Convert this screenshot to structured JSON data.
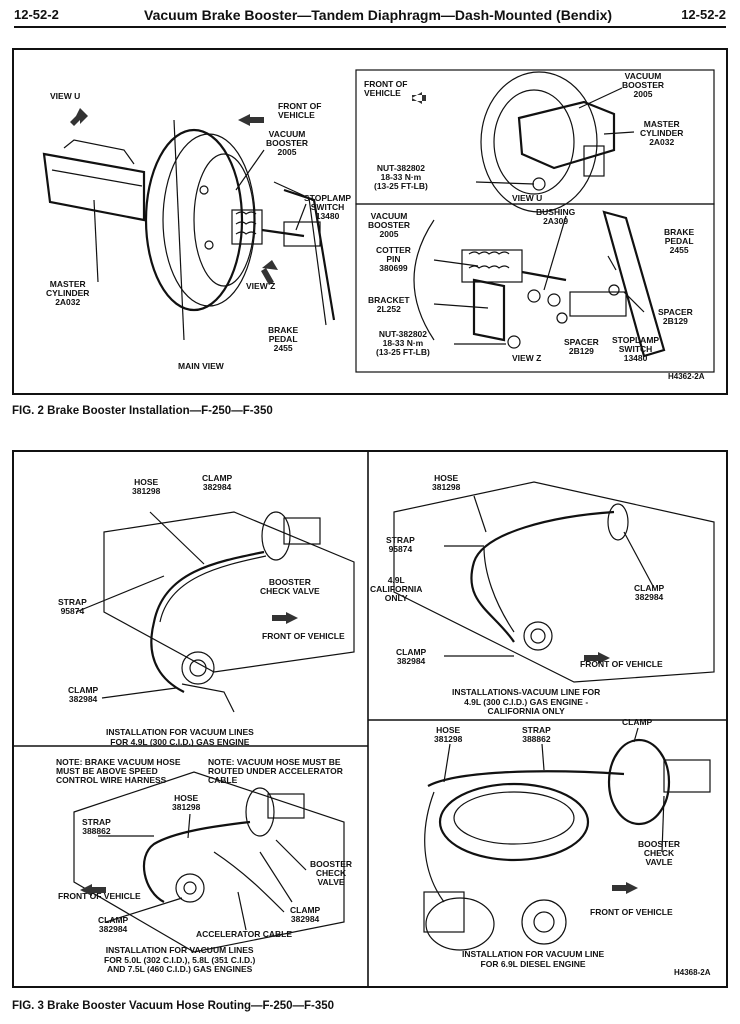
{
  "header": {
    "left": "12-52-2",
    "title": "Vacuum Brake Booster—Tandem Diaphragm—Dash-Mounted (Bendix)",
    "right": "12-52-2"
  },
  "fig2": {
    "caption": "FIG. 2  Brake Booster Installation—F-250—F-350",
    "code": "H4362-2A",
    "main": {
      "view_u": "VIEW U",
      "front": "FRONT OF\nVEHICLE",
      "booster": "VACUUM\nBOOSTER\n2005",
      "stoplamp": "STOPLAMP\nSWITCH\n13480",
      "master": "MASTER\nCYLINDER\n2A032",
      "view_z": "VIEW Z",
      "pedal": "BRAKE\nPEDAL\n2455",
      "title": "MAIN VIEW"
    },
    "viewu": {
      "front": "FRONT OF\nVEHICLE",
      "booster": "VACUUM\nBOOSTER\n2005",
      "master": "MASTER\nCYLINDER\n2A032",
      "nut": "NUT-382802\n18-33 N·m\n(13-25 FT-LB)",
      "title": "VIEW U"
    },
    "viewz": {
      "booster": "VACUUM\nBOOSTER\n2005",
      "bushing": "BUSHING\n2A309",
      "pedal": "BRAKE\nPEDAL\n2455",
      "pin": "COTTER\nPIN\n380699",
      "bracket": "BRACKET\n2L252",
      "spacer_r": "SPACER\n2B129",
      "nut": "NUT-382802\n18-33 N·m\n(13-25 FT-LB)",
      "spacer_b": "SPACER\n2B129",
      "stoplamp": "STOPLAMP\nSWITCH\n13480",
      "title": "VIEW Z"
    }
  },
  "fig3": {
    "caption": "FIG. 3  Brake Booster Vacuum Hose Routing—F-250—F-350",
    "code": "H4368-2A",
    "p1": {
      "hose": "HOSE\n381298",
      "clamp_top": "CLAMP\n382984",
      "strap": "STRAP\n95874",
      "check": "BOOSTER\nCHECK VALVE",
      "front": "FRONT OF VEHICLE",
      "clamp_bot": "CLAMP\n382984",
      "caption": "INSTALLATION FOR VACUUM LINES\nFOR 4.9L (300 C.I.D.) GAS ENGINE"
    },
    "p2": {
      "hose": "HOSE\n381298",
      "strap": "STRAP\n95874",
      "calif": "4.9L\nCALIFORNIA\nONLY",
      "clamp_r": "CLAMP\n382984",
      "clamp_l": "CLAMP\n382984",
      "front": "FRONT OF VEHICLE",
      "caption": "INSTALLATIONS-VACUUM LINE FOR\n4.9L (300 C.I.D.) GAS ENGINE -\nCALIFORNIA ONLY"
    },
    "p3": {
      "note1": "NOTE: BRAKE VACUUM HOSE\nMUST BE ABOVE SPEED\nCONTROL WIRE HARNESS",
      "note2": "NOTE: VACUUM HOSE MUST BE\nROUTED UNDER ACCELERATOR\nCABLE",
      "hose": "HOSE\n381298",
      "strap": "STRAP\n388862",
      "check": "BOOSTER\nCHECK\nVALVE",
      "front": "FRONT OF VEHICLE",
      "clamp_r": "CLAMP\n382984",
      "clamp_l": "CLAMP\n382984",
      "accel": "ACCELERATOR CABLE",
      "caption": "INSTALLATION FOR VACUUM LINES\nFOR 5.0L (302 C.I.D.), 5.8L (351 C.I.D.)\nAND 7.5L (460 C.I.D.) GAS ENGINES"
    },
    "p4": {
      "hose": "HOSE\n381298",
      "strap": "STRAP\n388862",
      "clamp": "CLAMP",
      "check": "BOOSTER\nCHECK\nVAVLE",
      "front": "FRONT OF VEHICLE",
      "caption": "INSTALLATION FOR VACUUM LINE\nFOR 6.9L DIESEL ENGINE"
    }
  }
}
